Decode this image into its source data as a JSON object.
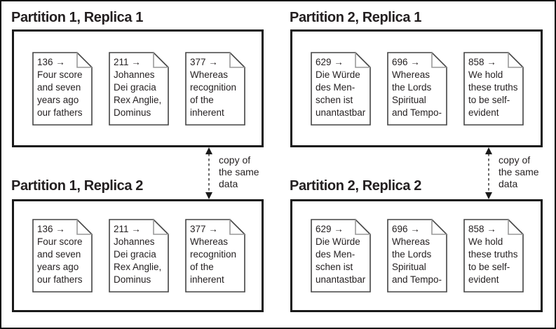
{
  "diagram": {
    "panels": [
      {
        "title": "Partition 1, Replica 1",
        "documents": [
          {
            "text": "136 →\nFour score\nand seven\nyears ago\nour fathers"
          },
          {
            "text": "211 →\nJohannes\nDei gracia\nRex Anglie,\nDominus"
          },
          {
            "text": "377 →\nWhereas\nrecognition\nof the\ninherent"
          }
        ]
      },
      {
        "title": "Partition 2, Replica 1",
        "documents": [
          {
            "text": "629 →\nDie Würde\ndes Men-\nschen ist\nunantastbar"
          },
          {
            "text": "696 →\nWhereas\nthe Lords\nSpiritual\nand Tempo-"
          },
          {
            "text": "858 →\nWe hold\nthese truths\nto be self-\nevident"
          }
        ]
      },
      {
        "title": "Partition 1, Replica 2",
        "documents": [
          {
            "text": "136 →\nFour score\nand seven\nyears ago\nour fathers"
          },
          {
            "text": "211 →\nJohannes\nDei gracia\nRex Anglie,\nDominus"
          },
          {
            "text": "377 →\nWhereas\nrecognition\nof the\ninherent"
          }
        ]
      },
      {
        "title": "Partition 2, Replica 2",
        "documents": [
          {
            "text": "629 →\nDie Würde\ndes Men-\nschen ist\nunantastbar"
          },
          {
            "text": "696 →\nWhereas\nthe Lords\nSpiritual\nand Tempo-"
          },
          {
            "text": "858 →\nWe hold\nthese truths\nto be self-\nevident"
          }
        ]
      }
    ],
    "connectors": [
      {
        "label": "copy of\nthe same\ndata"
      },
      {
        "label": "copy of\nthe same\ndata"
      }
    ],
    "colors": {
      "panel_border": "#1a1a1a",
      "text": "#231f20",
      "doc_border": "#444444",
      "fold": "#999999",
      "background": "#ffffff"
    }
  }
}
